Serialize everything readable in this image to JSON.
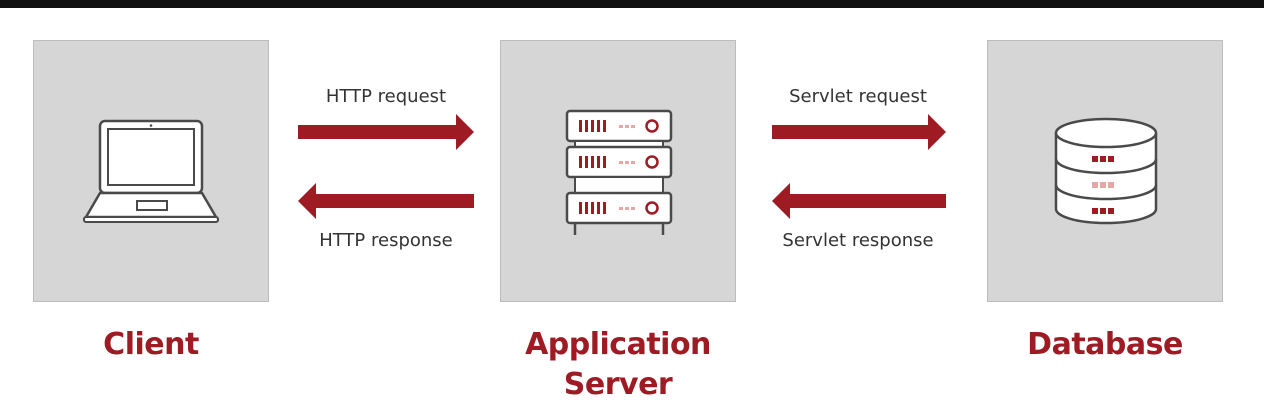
{
  "colors": {
    "accent": "#9e1b24",
    "box_fill": "#d6d6d6",
    "icon_stroke": "#4a4a4a",
    "text": "#333333"
  },
  "nodes": {
    "client": {
      "label": "Client",
      "icon": "laptop-icon"
    },
    "server": {
      "label_line1": "Application",
      "label_line2": "Server",
      "icon": "server-rack-icon"
    },
    "database": {
      "label": "Database",
      "icon": "database-icon"
    }
  },
  "edges": {
    "http_request": {
      "label": "HTTP request",
      "direction": "right"
    },
    "http_response": {
      "label": "HTTP response",
      "direction": "left"
    },
    "servlet_request": {
      "label": "Servlet request",
      "direction": "right"
    },
    "servlet_response": {
      "label": "Servlet response",
      "direction": "left"
    }
  }
}
